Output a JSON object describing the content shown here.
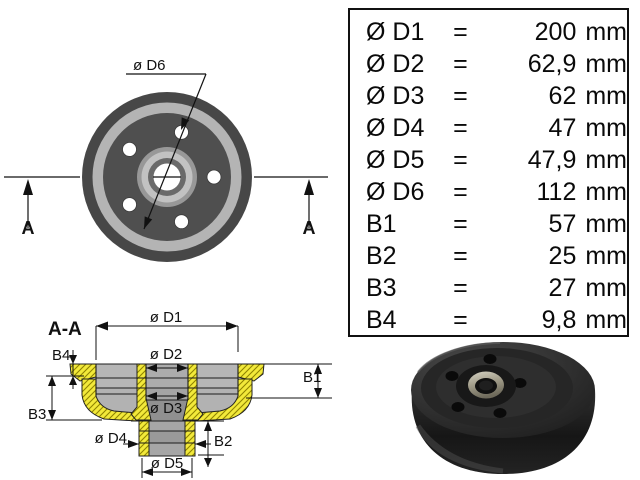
{
  "table": {
    "equals": "=",
    "unit": "mm",
    "rows": [
      {
        "label": "Ø D1",
        "value": "200"
      },
      {
        "label": "Ø D2",
        "value": "62,9"
      },
      {
        "label": "Ø D3",
        "value": "62"
      },
      {
        "label": "Ø D4",
        "value": "47"
      },
      {
        "label": "Ø D5",
        "value": "47,9"
      },
      {
        "label": "Ø D6",
        "value": "112"
      },
      {
        "label": "B1",
        "value": "57"
      },
      {
        "label": "B2",
        "value": "25"
      },
      {
        "label": "B3",
        "value": "27"
      },
      {
        "label": "B4",
        "value": "9,8"
      }
    ]
  },
  "front_view": {
    "bolt_circle_label": "ø D6",
    "section_marker_left": "A",
    "section_marker_right": "A"
  },
  "section_view": {
    "title": "A-A",
    "dim_d1": "ø D1",
    "dim_d2": "ø D2",
    "dim_d3": "ø D3",
    "dim_d4": "ø D4",
    "dim_d5": "ø D5",
    "dim_b1": "B1",
    "dim_b2": "B2",
    "dim_b3": "B3",
    "dim_b4": "B4"
  },
  "colors": {
    "hatch_fill": "#f2e93a",
    "hatch_line": "#8f8400",
    "ring_light": "#b4b4b4",
    "ring_dark": "#4a4a4a",
    "face_gray": "#505050"
  }
}
